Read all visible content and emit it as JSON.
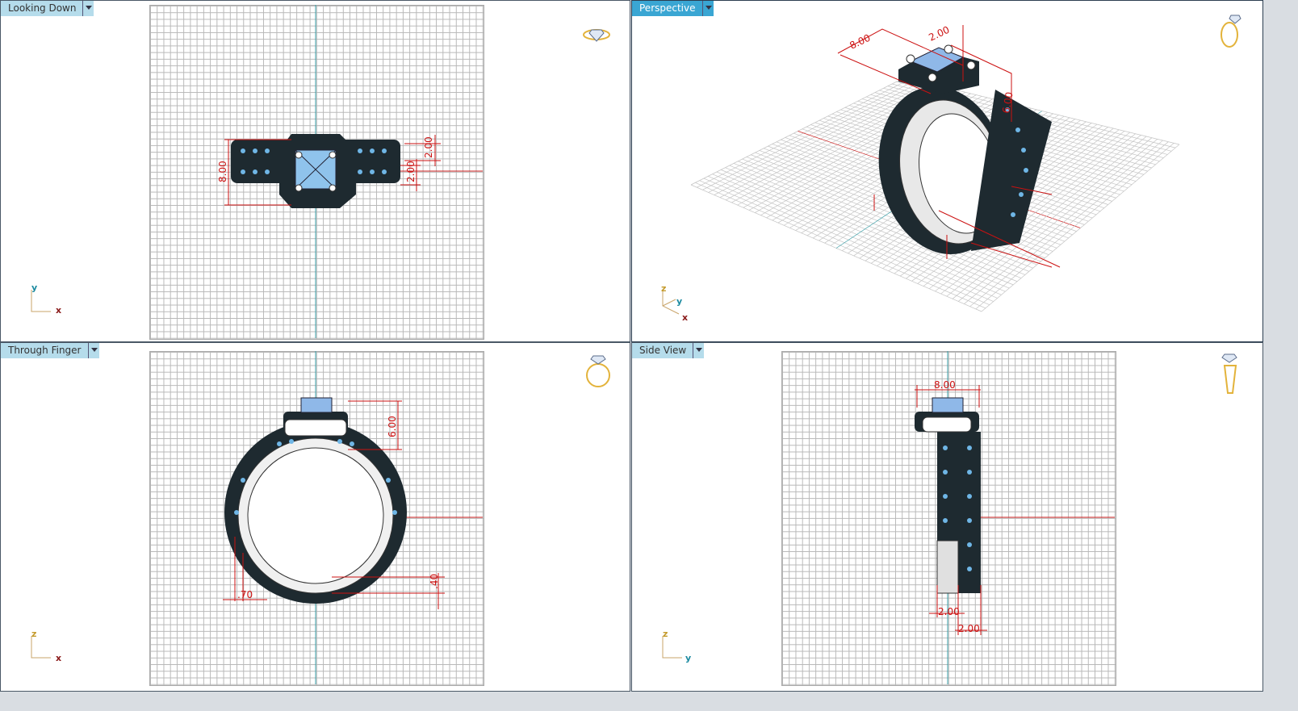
{
  "viewports": [
    {
      "title": "Looking Down",
      "active": false,
      "axes": [
        "y",
        "x"
      ],
      "dimensions": [
        "8.00",
        "2.00",
        "2.00"
      ]
    },
    {
      "title": "Perspective",
      "active": true,
      "axes": [
        "z",
        "y",
        "x"
      ],
      "dimensions": [
        "8.00",
        "2.00",
        "6.00"
      ]
    },
    {
      "title": "Through Finger",
      "active": false,
      "axes": [
        "z",
        "x"
      ],
      "dimensions": [
        "6.00",
        ".70",
        ".40"
      ]
    },
    {
      "title": "Side View",
      "active": false,
      "axes": [
        "z",
        "y"
      ],
      "dimensions": [
        "8.00",
        "2.00",
        "2.00"
      ]
    }
  ],
  "colors": {
    "active_tab": "#3aa6d3",
    "inactive_tab": "#b5dceb",
    "dimension": "#cc1111",
    "stone": "#8fb8e8",
    "metal_dark": "#1e2a30"
  },
  "icons": [
    "ring-top-icon",
    "ring-perspective-icon",
    "ring-front-icon",
    "ring-side-icon"
  ]
}
